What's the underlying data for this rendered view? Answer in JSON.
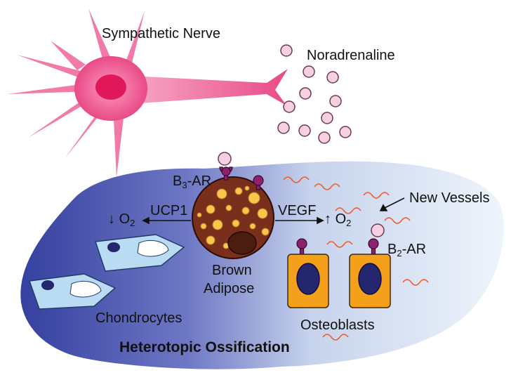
{
  "labels": {
    "nerve": "Sympathetic Nerve",
    "noradrenaline": "Noradrenaline",
    "b3ar_base": "B",
    "b3ar_sub": "3",
    "b3ar_tail": "-AR",
    "ucp1": "UCP1",
    "o2_down_arrow": "↓",
    "o2_down_base": "O",
    "o2_down_sub": "2",
    "vegf": "VEGF",
    "o2_up_arrow": "↑",
    "o2_up_base": "O",
    "o2_up_sub": "2",
    "new_vessels": "New Vessels",
    "b2ar_base": "B",
    "b2ar_sub": "2",
    "b2ar_tail": "-AR",
    "brown_line1": "Brown",
    "brown_line2": "Adipose",
    "chondrocytes": "Chondrocytes",
    "osteoblasts": "Osteoblasts",
    "heterotopic": "Heterotopic Ossification"
  },
  "colors": {
    "neuron": "#e8508a",
    "neuron_nucleus": "#e0185a",
    "noradrenaline": "#f6cfe0",
    "receptor": "#8e2070",
    "tissue_dark": "#3a46a6",
    "tissue_light": "#e8f0f8",
    "brown_adipose": "#7a2e1c",
    "lipid_droplet": "#f7c64a",
    "chondrocyte": "#b9dcf2",
    "cell_nucleus": "#24266e",
    "osteoblast": "#f5a01a",
    "vessel": "#f05a28"
  }
}
